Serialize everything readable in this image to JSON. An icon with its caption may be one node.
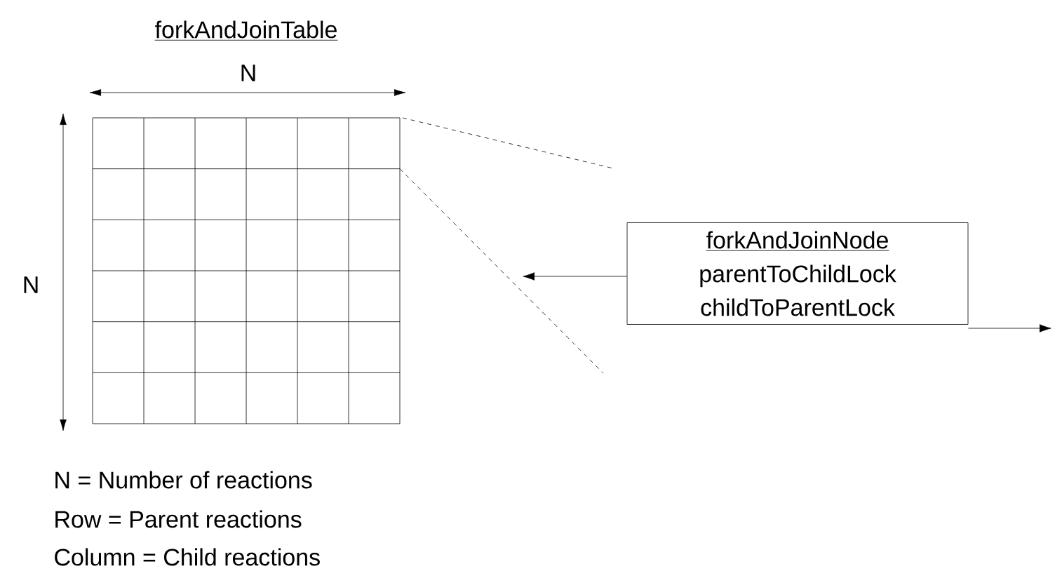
{
  "diagram": {
    "nodes": [
      {
        "text": [
          "forkAndJoinTable"
        ]
      },
      {
        "text": [
          "forkAndJoinNode",
          "parentToChildLock",
          "childToParentLock"
        ]
      }
    ],
    "edges": [
      {
        "from": 0,
        "to": null,
        "arrow": "none",
        "style": "dashed"
      },
      {
        "from": 0,
        "to": null,
        "arrow": "none",
        "style": "dashed"
      },
      {
        "from": 1,
        "to": null,
        "arrow": "to"
      },
      {
        "from": 1,
        "to": null,
        "arrow": "to"
      }
    ],
    "labels": [
      "N",
      "N",
      "N = Number of reactions",
      "Row = Parent reactions",
      "Column = Child reactions"
    ]
  }
}
